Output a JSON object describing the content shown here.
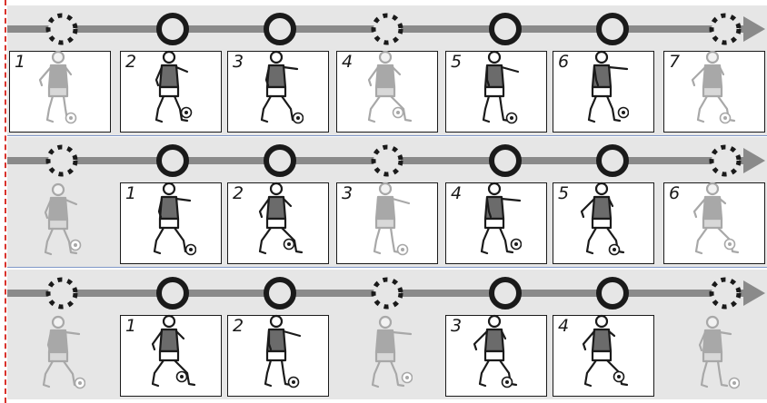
{
  "rows": [
    {
      "markers": [
        "dashed",
        "solid",
        "solid",
        "dashed",
        "solid",
        "solid",
        "dashed"
      ],
      "cells": [
        {
          "label": "1",
          "framed": true,
          "style": "ghost"
        },
        {
          "label": "2",
          "framed": true,
          "style": "solid"
        },
        {
          "label": "3",
          "framed": true,
          "style": "solid"
        },
        {
          "label": "4",
          "framed": true,
          "style": "ghost"
        },
        {
          "label": "5",
          "framed": true,
          "style": "solid"
        },
        {
          "label": "6",
          "framed": true,
          "style": "solid"
        },
        {
          "label": "7",
          "framed": true,
          "style": "ghost"
        }
      ]
    },
    {
      "markers": [
        "dashed",
        "solid",
        "solid",
        "dashed",
        "solid",
        "solid",
        "dashed"
      ],
      "cells": [
        {
          "label": "",
          "framed": false,
          "style": "ghost"
        },
        {
          "label": "1",
          "framed": true,
          "style": "solid"
        },
        {
          "label": "2",
          "framed": true,
          "style": "solid"
        },
        {
          "label": "3",
          "framed": true,
          "style": "ghost"
        },
        {
          "label": "4",
          "framed": true,
          "style": "solid"
        },
        {
          "label": "5",
          "framed": true,
          "style": "solid"
        },
        {
          "label": "6",
          "framed": true,
          "style": "ghost"
        }
      ]
    },
    {
      "markers": [
        "dashed",
        "solid",
        "solid",
        "dashed",
        "solid",
        "solid",
        "dashed"
      ],
      "cells": [
        {
          "label": "",
          "framed": false,
          "style": "ghost"
        },
        {
          "label": "1",
          "framed": true,
          "style": "solid"
        },
        {
          "label": "2",
          "framed": true,
          "style": "solid"
        },
        {
          "label": "",
          "framed": false,
          "style": "ghost"
        },
        {
          "label": "3",
          "framed": true,
          "style": "solid"
        },
        {
          "label": "4",
          "framed": true,
          "style": "solid"
        },
        {
          "label": "",
          "framed": false,
          "style": "ghost"
        }
      ]
    }
  ],
  "colors": {
    "background": "#e6e6e6",
    "track": "#8a8a8a",
    "marker": "#1a1a1a",
    "frame_border": "#1a1a1a",
    "ghost_figure": "#a8a8a8",
    "solid_figure": "#1a1a1a",
    "row_separator": "#7f97c8",
    "page_edge": "#d9332d"
  }
}
